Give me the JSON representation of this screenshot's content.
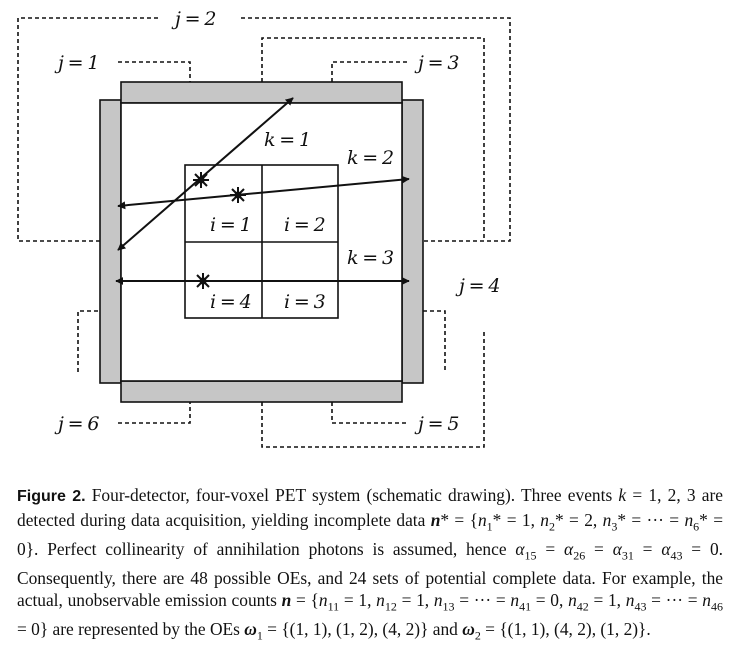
{
  "figure": {
    "detector_labels": [
      "j = 2",
      "j = 1",
      "j = 3",
      "j = 4",
      "j = 5",
      "j = 6"
    ],
    "event_labels": [
      "k = 1",
      "k = 2",
      "k = 3"
    ],
    "voxel_labels": [
      "i = 1",
      "i = 2",
      "i = 4",
      "i = 3"
    ],
    "colors": {
      "detector_fill": "#c6c6c6",
      "stroke": "#111111"
    },
    "icons": [
      "emission-star-icon",
      "arrowhead-icon"
    ]
  },
  "caption": {
    "label": "Figure 2.",
    "segments": [
      {
        "t": "Four-detector, four-voxel PET system (schematic drawing). Three events "
      },
      {
        "t": "k",
        "s": "m"
      },
      {
        "t": " = 1, 2, 3 are detected during data acquisition, yielding incomplete data "
      },
      {
        "t": "n",
        "s": "b"
      },
      {
        "t": "* = {"
      },
      {
        "t": "n",
        "s": "m"
      },
      {
        "t": "1",
        "s": "sub"
      },
      {
        "t": "* = 1, "
      },
      {
        "t": "n",
        "s": "m"
      },
      {
        "t": "2",
        "s": "sub"
      },
      {
        "t": "* = 2, "
      },
      {
        "t": "n",
        "s": "m"
      },
      {
        "t": "3",
        "s": "sub"
      },
      {
        "t": "* = ··· = "
      },
      {
        "t": "n",
        "s": "m"
      },
      {
        "t": "6",
        "s": "sub"
      },
      {
        "t": "* = 0}. Perfect collinearity of annihilation photons is assumed, hence "
      },
      {
        "t": "α",
        "s": "m"
      },
      {
        "t": "15",
        "s": "sub"
      },
      {
        "t": " = "
      },
      {
        "t": "α",
        "s": "m"
      },
      {
        "t": "26",
        "s": "sub"
      },
      {
        "t": " = "
      },
      {
        "t": "α",
        "s": "m"
      },
      {
        "t": "31",
        "s": "sub"
      },
      {
        "t": " = "
      },
      {
        "t": "α",
        "s": "m"
      },
      {
        "t": "43",
        "s": "sub"
      },
      {
        "t": " = 0. Consequently, there are 48 possible OEs, and 24 sets of potential complete data. For example, the actual, unobservable emission counts "
      },
      {
        "t": "n",
        "s": "b"
      },
      {
        "t": " = {"
      },
      {
        "t": "n",
        "s": "m"
      },
      {
        "t": "11",
        "s": "sub"
      },
      {
        "t": " = 1, "
      },
      {
        "t": "n",
        "s": "m"
      },
      {
        "t": "12",
        "s": "sub"
      },
      {
        "t": " = 1, "
      },
      {
        "t": "n",
        "s": "m"
      },
      {
        "t": "13",
        "s": "sub"
      },
      {
        "t": " = ··· = "
      },
      {
        "t": "n",
        "s": "m"
      },
      {
        "t": "41",
        "s": "sub"
      },
      {
        "t": " = 0, "
      },
      {
        "t": "n",
        "s": "m"
      },
      {
        "t": "42",
        "s": "sub"
      },
      {
        "t": " = 1, "
      },
      {
        "t": "n",
        "s": "m"
      },
      {
        "t": "43",
        "s": "sub"
      },
      {
        "t": " = ··· = "
      },
      {
        "t": "n",
        "s": "m"
      },
      {
        "t": "46",
        "s": "sub"
      },
      {
        "t": " = 0} are represented by the OEs "
      },
      {
        "t": "ω",
        "s": "b"
      },
      {
        "t": "1",
        "s": "sub"
      },
      {
        "t": " = {(1, 1), (1, 2), (4, 2)} and "
      },
      {
        "t": "ω",
        "s": "b"
      },
      {
        "t": "2",
        "s": "sub"
      },
      {
        "t": " = {(1, 1), (4, 2), (1, 2)}."
      }
    ]
  }
}
